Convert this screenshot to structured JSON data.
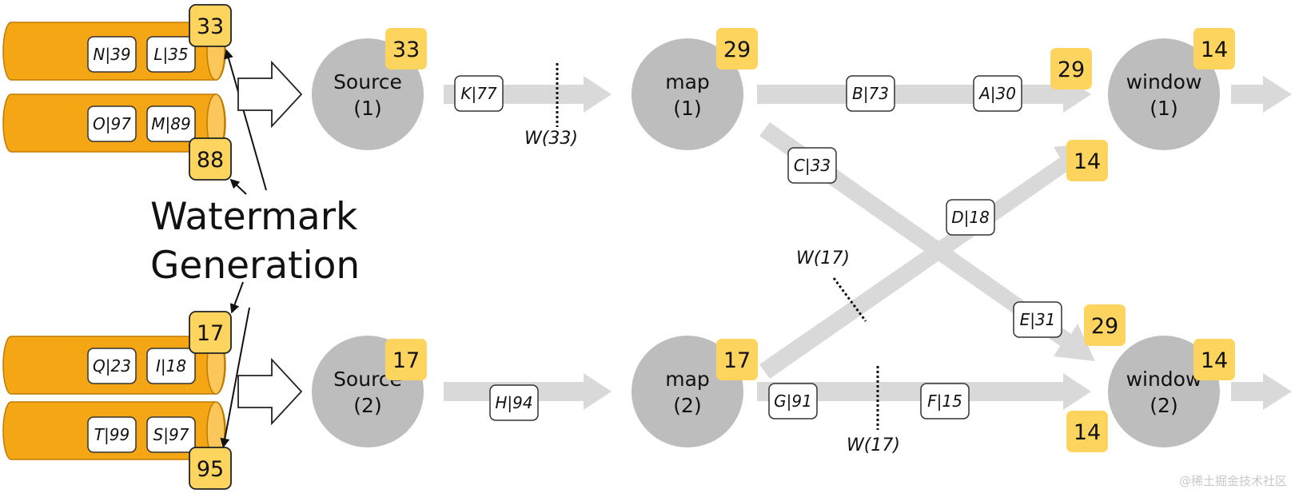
{
  "colors": {
    "partition": "#F5A614",
    "partition_edge": "#C07A00",
    "badge": "#FDD45E",
    "node": "#BDBDBD",
    "flow": "#D9D9D9"
  },
  "partitions": {
    "p1": {
      "events": [
        "N|39",
        "L|35"
      ]
    },
    "p2": {
      "events": [
        "O|97",
        "M|89"
      ]
    },
    "p3": {
      "events": [
        "Q|23",
        "I|18"
      ]
    },
    "p4": {
      "events": [
        "T|99",
        "S|97"
      ]
    },
    "wm_top": "33",
    "wm_mid1": "88",
    "wm_mid2": "17",
    "wm_bottom": "95"
  },
  "caption": {
    "line1": "Watermark",
    "line2": "Generation"
  },
  "nodes": {
    "source1": {
      "name": "Source",
      "index": "(1)",
      "wm": "33"
    },
    "source2": {
      "name": "Source",
      "index": "(2)",
      "wm": "17"
    },
    "map1": {
      "name": "map",
      "index": "(1)",
      "wm": "29"
    },
    "map2": {
      "name": "map",
      "index": "(2)",
      "wm": "17"
    },
    "window1": {
      "name": "window",
      "index": "(1)",
      "wm": "14",
      "in_top": "29",
      "in_bottom": "14"
    },
    "window2": {
      "name": "window",
      "index": "(2)",
      "wm": "14",
      "in_top": "29",
      "in_bottom": "14"
    }
  },
  "flow_events": {
    "k": "K|77",
    "h": "H|94",
    "b": "B|73",
    "a": "A|30",
    "c": "C|33",
    "d": "D|18",
    "e": "E|31",
    "g": "G|91",
    "f": "F|15"
  },
  "watermarks": {
    "w_source1": "W(33)",
    "w_cross": "W(17)",
    "w_map2": "W(17)"
  },
  "credit": "@稀土掘金技术社区"
}
